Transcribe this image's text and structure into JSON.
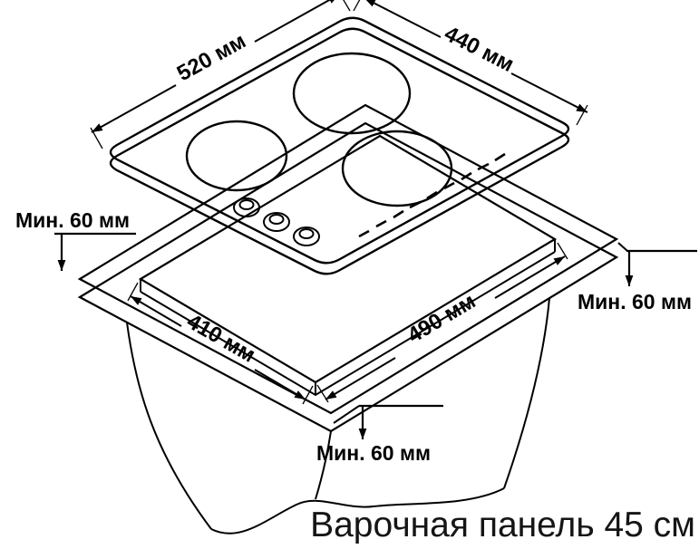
{
  "drawing": {
    "hob": {
      "width_label": "520 мм",
      "depth_label": "440 мм"
    },
    "cutout": {
      "depth_label": "410 мм",
      "width_label": "490 мм"
    },
    "clearances": {
      "left": "Мин. 60 мм",
      "right": "Мин. 60 мм",
      "bottom": "Мин. 60 мм"
    },
    "caption": "Варочная панель 45 см"
  },
  "colors": {
    "line": "#000000",
    "text": "#000000",
    "caption": "#151515",
    "background": "#ffffff"
  }
}
